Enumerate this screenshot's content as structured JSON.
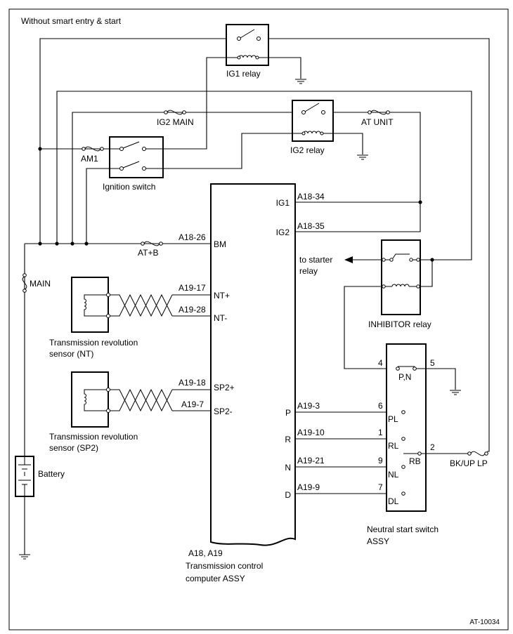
{
  "diagram": {
    "title": "Without smart entry & start",
    "figure_id": "AT-10034",
    "relays": {
      "ig1": "IG1 relay",
      "ig2": "IG2 relay",
      "inhibitor": "INHIBITOR relay"
    },
    "ignition_switch": "Ignition switch",
    "fuses": {
      "ig2_main": "IG2 MAIN",
      "at_unit": "AT UNIT",
      "am1": "AM1",
      "at_b": "AT+B",
      "main": "MAIN",
      "bk_up_lp": "BK/UP LP"
    },
    "to_starter": [
      "to starter",
      "relay"
    ],
    "battery": "Battery",
    "sensor_nt": [
      "Transmission revolution",
      "sensor (NT)"
    ],
    "sensor_sp2": [
      "Transmission revolution",
      "sensor (SP2)"
    ],
    "ecu": {
      "connectors": "A18, A19",
      "name": [
        "Transmission control",
        "computer ASSY"
      ],
      "terminals": {
        "ig1": "IG1",
        "ig2": "IG2",
        "bm": "BM",
        "nt_plus": "NT+",
        "nt_minus": "NT-",
        "sp2_plus": "SP2+",
        "sp2_minus": "SP2-",
        "p": "P",
        "r": "R",
        "n": "N",
        "d": "D"
      },
      "pins": {
        "a18_34": "A18-34",
        "a18_35": "A18-35",
        "a18_26": "A18-26",
        "a19_17": "A19-17",
        "a19_28": "A19-28",
        "a19_18": "A19-18",
        "a19_7": "A19-7",
        "a19_3": "A19-3",
        "a19_10": "A19-10",
        "a19_21": "A19-21",
        "a19_9": "A19-9"
      }
    },
    "nss": {
      "name": [
        "Neutral start switch",
        "ASSY"
      ],
      "pin_numbers": {
        "p4": "4",
        "p5": "5",
        "p6": "6",
        "p1": "1",
        "p2": "2",
        "p9": "9",
        "p7": "7"
      },
      "labels": {
        "pn": "P,N",
        "pl": "PL",
        "rl": "RL",
        "rb": "RB",
        "nl": "NL",
        "dl": "DL"
      }
    }
  }
}
